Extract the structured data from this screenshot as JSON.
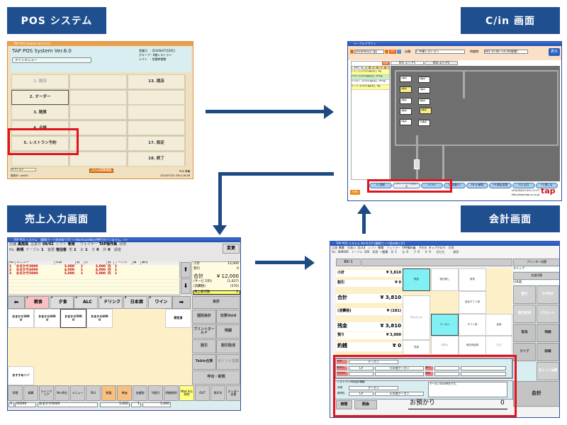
{
  "labels": {
    "pos": "POS システム",
    "cin": "C/in 画面",
    "sales": "売上入力画面",
    "kaikei": "会計画面"
  },
  "colors": {
    "label_bg": "#1f4f8f",
    "arrow": "#1e4a82",
    "highlight": "#e0141e",
    "cyan": "#7ff0f4",
    "pink": "#f8b8b8",
    "orange": "#f8c080",
    "yellow": "#ffff80"
  },
  "pos_screen": {
    "title_bar": "TAP POS System Ver.6.0.0",
    "app_title": "TAP POS System Ver.6.0",
    "menu_label": "メインメニュー",
    "info": [
      "営業日　: 2010年07月26日",
      "グループ : 6階レストラン",
      "シフト　: 営業時間帯"
    ],
    "left_buttons": [
      "1. 開店",
      "2. オーダー",
      "3. 精算",
      "4. 点検",
      "5. レストラン予約",
      ""
    ],
    "right_buttons": [
      "13. 閉店",
      "",
      "",
      "",
      "17. 設定",
      "18. 終了"
    ],
    "option_label": "オプション",
    "footer_button": "マテル在庫数確認",
    "terminal": "端末ID : pos01",
    "footer_right": [
      "POS 準備",
      "2010/07/22 (Thu) 16:26"
    ]
  },
  "cin_screen": {
    "title_bar": "テーブルデザイン",
    "date": "2010/04/22 (金)",
    "today": "当日",
    "store_label": "店舗:",
    "store": "C-中華レストラン",
    "time_label": "時間帯:",
    "time": "001-11:00~13:30(昼食)",
    "show_button": "表示",
    "area_tabs": [
      "001-エリア1",
      "002-エリア1"
    ],
    "left_header": "各席",
    "list_cols": [
      "予約一覧",
      "営",
      "見",
      "富"
    ],
    "reservations": [
      "1 ミンゴ 日 ｶｳﾝﾀｰ指定なし 3名",
      "2 タブ 日 ｶｳﾝﾀｰ指定なし ｱﾀﾘ1名",
      "3 ｿﾌﾄｶｰﾄﾞ 日 ｶｳﾝﾀｰ指定なし ｱﾀﾘ1名",
      "4 ﾃﾞｨﾅｰ 日 ｶｳﾝﾀｰ指定なし 3名"
    ],
    "tables": [
      "1番卓",
      "6番卓",
      "2番卓",
      "7番卓",
      "3番卓",
      "8番卓",
      "4番卓",
      "9番卓",
      "5番卓",
      "10番卓"
    ],
    "fkeys": [
      "F1 更新",
      "このデザインを確定する",
      "F4 ｻｲﾝ",
      "F5 自動ｻｲﾝ",
      "F8 ｻｲﾝ解除",
      "F9 照会/変更",
      "F12 出力",
      "F3 閉じる"
    ],
    "info_label": "Info",
    "datetime": "2010/04/23 (Fri) 11:27",
    "url": "http://www.tap-ic.co.jp",
    "logo": "tap"
  },
  "sales_screen": {
    "title_bar": "TAP POS システム　[顧客カード読み取り可] <<NumLockKeyが押されていません。>>",
    "row1": [
      [
        "店舗",
        "真南風"
      ],
      [
        "営業日",
        "08/02"
      ],
      [
        "シフト",
        "朝食"
      ],
      [
        "ウェイター",
        "TAP操作員"
      ],
      [
        "状態",
        ""
      ]
    ],
    "row2": [
      [
        "No.",
        "新規"
      ],
      [
        "テーブル",
        "1"
      ],
      [
        "客層",
        "宿泊客"
      ],
      [
        "男",
        "1"
      ],
      [
        "女",
        "1"
      ],
      [
        "子",
        "0"
      ],
      [
        "外",
        "0"
      ],
      [
        "顧客",
        ""
      ]
    ],
    "change_button": "変更",
    "cols": [
      "No.",
      "メニュー",
      "単価",
      "数",
      "計",
      "税",
      "テーブル",
      "属",
      "備考"
    ],
    "rows": [
      [
        "1",
        "おまかせ3000",
        "3,000",
        "1",
        "3,000",
        "内",
        "1"
      ],
      [
        "2",
        "おまかせ4000",
        "4,000",
        "1",
        "4,000",
        "内",
        "1"
      ],
      [
        "3",
        "おまかせ5000",
        "5,000",
        "1",
        "5,000",
        "内",
        "1"
      ]
    ],
    "summary": {
      "subtotal_label": "小計",
      "subtotal": "12,000",
      "discount_label": "割引",
      "discount": "0",
      "total_label": "合計",
      "total": "¥ 12,000",
      "service_label": "(サービス料)",
      "service": "(1,037)",
      "tax_label": "(消費税)",
      "tax": "(570)",
      "count_label": "買上総点数",
      "count": "3"
    },
    "tabs": [
      [
        "1",
        "朝食"
      ],
      [
        "2",
        "夕食"
      ],
      [
        "3",
        "ALC"
      ],
      [
        "4",
        "ドリンク"
      ],
      [
        "5",
        "日本酒"
      ],
      [
        "6",
        "ワイン"
      ]
    ],
    "items": [
      "おまかせ300\n0",
      "おまかせ400\n0",
      "おまかせ500\n0",
      "おまかせ600\n0",
      "朝定食",
      "おすすめリゾ"
    ],
    "right_buttons": [
      "会計",
      "個別会計",
      "伝票Void",
      "プリントホールド",
      "明細",
      "割引",
      "割引取消",
      "Table合算",
      "ポイント加算",
      "呼出・新規"
    ],
    "bottom_buttons": [
      "両替",
      "精算",
      "ラインクリア",
      "No.呼出",
      "メニュー",
      "PLU",
      "数量",
      "単価",
      "金額割",
      "%割引",
      "明細削除",
      "Mbd ALL削除",
      "OUT",
      "再印字",
      "オーダー変更"
    ],
    "status": [
      "3",
      "00260",
      "おまかせ6000",
      "5,000",
      "1",
      "5,000"
    ]
  },
  "kaikei_screen": {
    "title_bar": "TAP POS システム Ver.6.0.0 [顧客カード読み取り可]",
    "row1": [
      [
        "店舗",
        "朝食"
      ],
      [
        "営業日",
        "11/14"
      ],
      [
        "シフト",
        "朝食"
      ],
      [
        "ウェイター",
        "TAP操作員"
      ],
      [
        "予約名",
        "タップクロウ"
      ],
      [
        "状態",
        ""
      ]
    ],
    "row2": [
      [
        "No.",
        "000005"
      ],
      [
        "テーブル",
        "105"
      ],
      [
        "客層",
        "一般客"
      ],
      [
        "男",
        "1"
      ],
      [
        "女",
        "0"
      ],
      [
        "子",
        "0"
      ],
      [
        "外",
        "0"
      ],
      [
        "会社名",
        ""
      ],
      [
        "顧客",
        ""
      ]
    ],
    "bill_tab": "Bill 1",
    "amounts": [
      [
        "小計",
        "¥ 3,810"
      ],
      [
        "割引",
        "¥ 0"
      ],
      [
        "合計",
        "¥ 3,810"
      ],
      [
        "(消費税)",
        "¥ (181)"
      ],
      [
        "残金",
        "¥ 3,810"
      ],
      [
        "預り",
        "¥ 3,000"
      ],
      [
        "釣銭",
        "¥ 0"
      ]
    ],
    "payments": [
      "現金",
      "宿泊振し",
      "券書",
      "クレジット",
      "会社ギフト券",
      "クーポン",
      "ギフト券",
      "金券",
      "売掛",
      "エディ",
      "他社商品券",
      "社用"
    ],
    "right": {
      "printer_button": "プリンター切替",
      "slip": "スリップ",
      "lang_button": "言語切替",
      "lang": "日本語",
      "buttons": [
        "割引",
        "SV手抄",
        "割引取消",
        "CTカット",
        "取消",
        "明細",
        "クリア",
        "詳細",
        "ポイント加算",
        "会計"
      ]
    },
    "detail": {
      "settle_label": "決済",
      "settle": "クーポン",
      "bill_to_label": "請求先",
      "bill_to_code": "CP",
      "bill_to": "その他クーポン",
      "dept_label": "部門",
      "resv_label": "予約No.",
      "reason_label": "理由"
    },
    "resv_info": {
      "title": "レストラン予約会計情報",
      "settle_label": "決済",
      "settle": "クーポン",
      "bill_to_label": "請求先",
      "bill_to_code": "CP",
      "bill_to": "その他クーポン",
      "memo": "クーポン3000円分です。"
    },
    "bottom": {
      "exchange": "両替",
      "inquiry": "照会",
      "deposit_label": "お預かり",
      "deposit": "0"
    }
  }
}
